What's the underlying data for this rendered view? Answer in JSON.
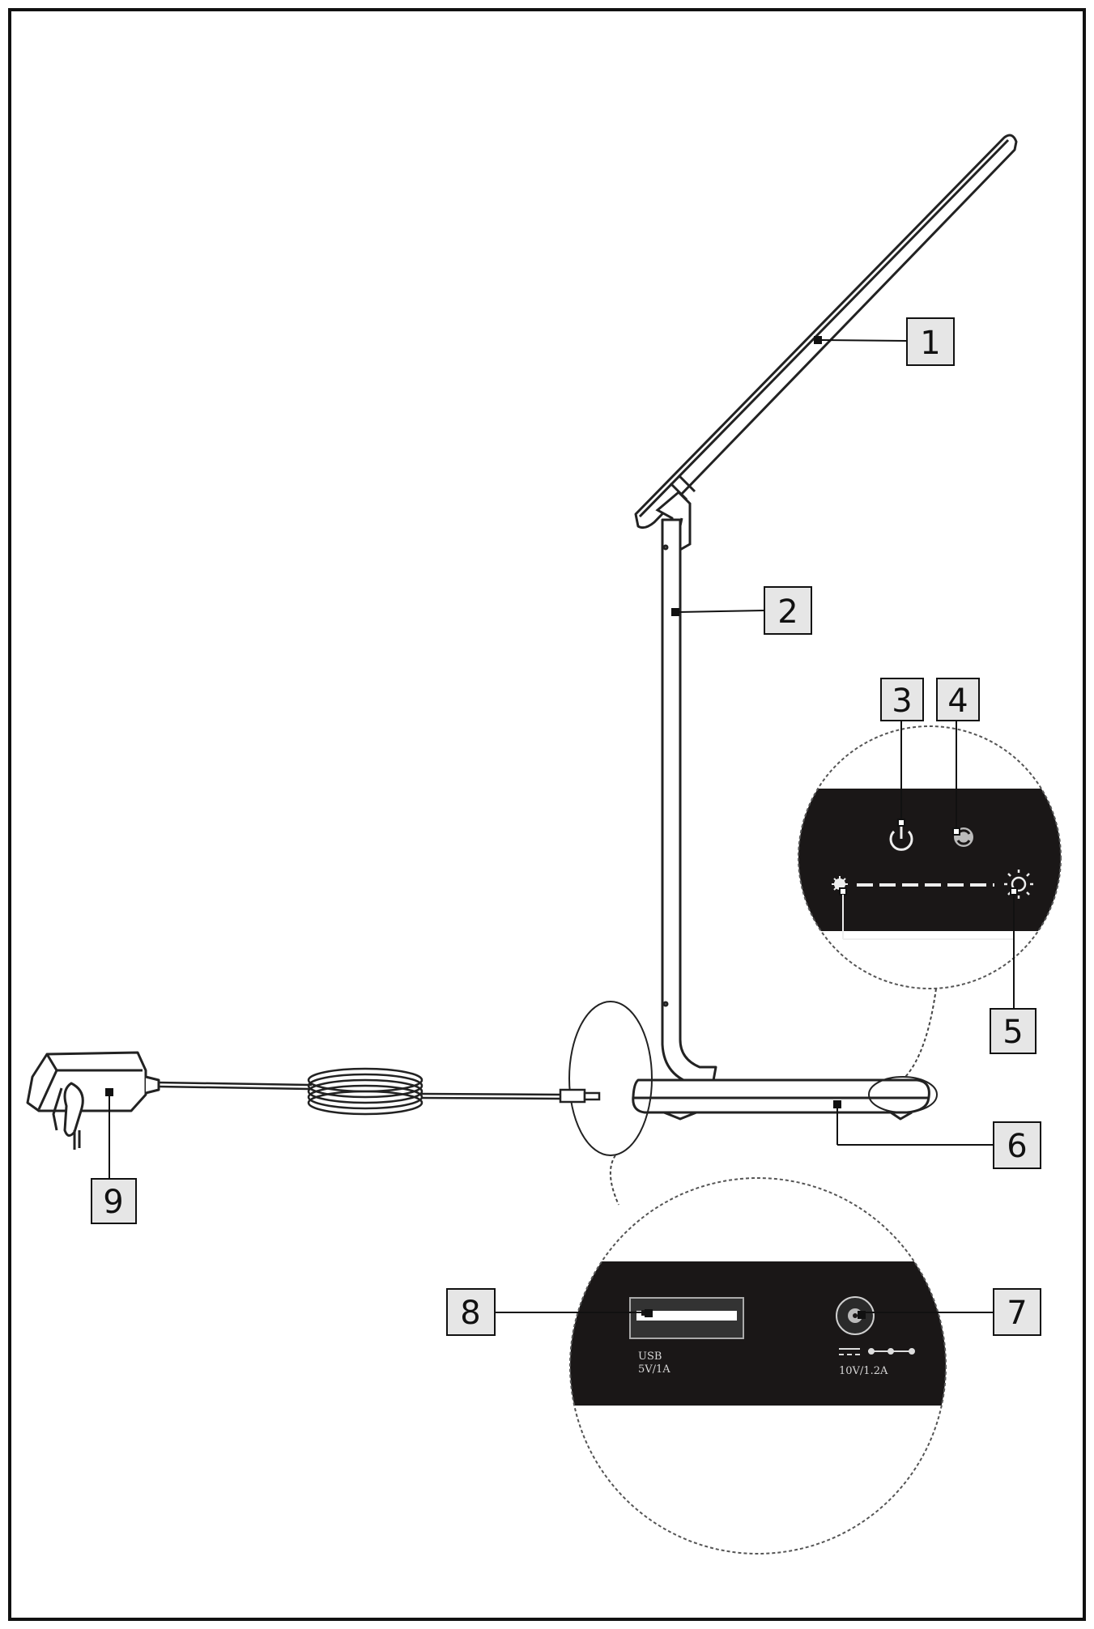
{
  "callouts": [
    {
      "id": "1",
      "label": "1"
    },
    {
      "id": "2",
      "label": "2"
    },
    {
      "id": "3",
      "label": "3"
    },
    {
      "id": "4",
      "label": "4"
    },
    {
      "id": "5",
      "label": "5"
    },
    {
      "id": "6",
      "label": "6"
    },
    {
      "id": "7",
      "label": "7"
    },
    {
      "id": "8",
      "label": "8"
    },
    {
      "id": "9",
      "label": "9"
    }
  ],
  "usb_port": {
    "line1": "USB",
    "line2": "5V/1A"
  },
  "dc_port": {
    "rating": "10V/1.2A"
  },
  "icons": [
    "power-icon",
    "color-mode-icon",
    "brightness-low-icon",
    "brightness-high-icon"
  ],
  "colors": {
    "ink": "#111111",
    "callout_fill": "#e6e6e6",
    "panel": "#1a1717"
  }
}
